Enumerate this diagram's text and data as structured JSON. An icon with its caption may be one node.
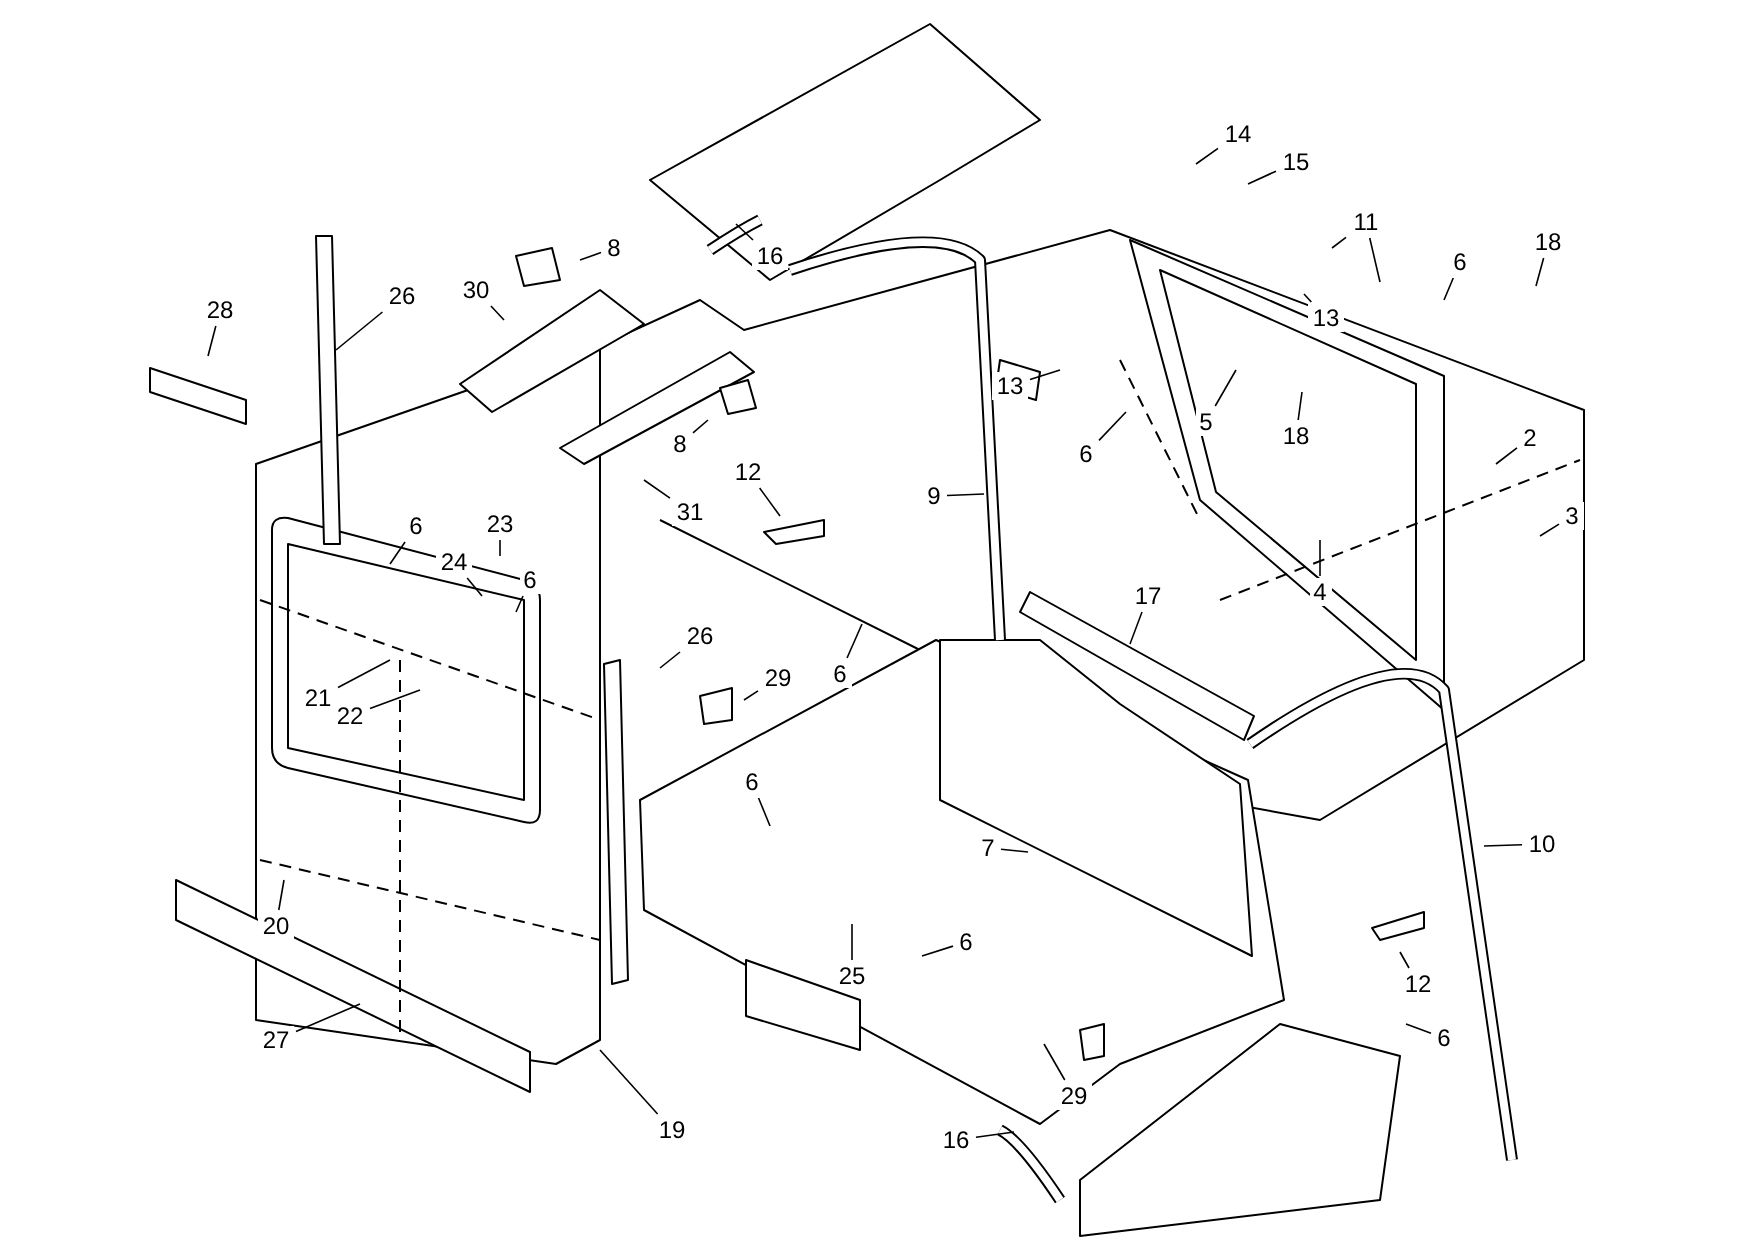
{
  "diagram": {
    "nodes": [
      {
        "text": [
          "14"
        ]
      },
      {
        "text": [
          "15"
        ]
      },
      {
        "text": [
          "11"
        ]
      },
      {
        "text": [
          "18"
        ]
      },
      {
        "text": [
          "16"
        ]
      },
      {
        "text": [
          "8"
        ]
      },
      {
        "text": [
          "6"
        ]
      },
      {
        "text": [
          "26"
        ]
      },
      {
        "text": [
          "30"
        ]
      },
      {
        "text": [
          "28"
        ]
      },
      {
        "text": [
          "13"
        ]
      },
      {
        "text": [
          "13"
        ]
      },
      {
        "text": [
          "5"
        ]
      },
      {
        "text": [
          "18"
        ]
      },
      {
        "text": [
          "2"
        ]
      },
      {
        "text": [
          "8"
        ]
      },
      {
        "text": [
          "6"
        ]
      },
      {
        "text": [
          "12"
        ]
      },
      {
        "text": [
          "9"
        ]
      },
      {
        "text": [
          "31"
        ]
      },
      {
        "text": [
          "3"
        ]
      },
      {
        "text": [
          "6"
        ]
      },
      {
        "text": [
          "23"
        ]
      },
      {
        "text": [
          "24"
        ]
      },
      {
        "text": [
          "6"
        ]
      },
      {
        "text": [
          "4"
        ]
      },
      {
        "text": [
          "17"
        ]
      },
      {
        "text": [
          "26"
        ]
      },
      {
        "text": [
          "6"
        ]
      },
      {
        "text": [
          "29"
        ]
      },
      {
        "text": [
          "21"
        ]
      },
      {
        "text": [
          "22"
        ]
      },
      {
        "text": [
          "6"
        ]
      },
      {
        "text": [
          "10"
        ]
      },
      {
        "text": [
          "7"
        ]
      },
      {
        "text": [
          "20"
        ]
      },
      {
        "text": [
          "6"
        ]
      },
      {
        "text": [
          "25"
        ]
      },
      {
        "text": [
          "12"
        ]
      },
      {
        "text": [
          "6"
        ]
      },
      {
        "text": [
          "27"
        ]
      },
      {
        "text": [
          "29"
        ]
      },
      {
        "text": [
          "19"
        ]
      },
      {
        "text": [
          "16"
        ]
      }
    ],
    "edges": [
      {
        "from": 0,
        "to": null,
        "arrow": "none"
      },
      {
        "from": 1,
        "to": null,
        "arrow": "none"
      },
      {
        "from": 2,
        "to": null,
        "arrow": "none"
      },
      {
        "from": 2,
        "to": null,
        "arrow": "none"
      },
      {
        "from": 3,
        "to": null,
        "arrow": "none"
      },
      {
        "from": 4,
        "to": null,
        "arrow": "none"
      },
      {
        "from": 5,
        "to": null,
        "arrow": "none"
      },
      {
        "from": 6,
        "to": null,
        "arrow": "none"
      },
      {
        "from": 7,
        "to": null,
        "arrow": "none"
      },
      {
        "from": 8,
        "to": null,
        "arrow": "none"
      },
      {
        "from": 9,
        "to": null,
        "arrow": "none"
      },
      {
        "from": 10,
        "to": null,
        "arrow": "none"
      },
      {
        "from": 11,
        "to": null,
        "arrow": "none"
      },
      {
        "from": 12,
        "to": null,
        "arrow": "none"
      },
      {
        "from": 13,
        "to": null,
        "arrow": "none"
      },
      {
        "from": 14,
        "to": null,
        "arrow": "none"
      },
      {
        "from": 15,
        "to": null,
        "arrow": "none"
      },
      {
        "from": 16,
        "to": null,
        "arrow": "none"
      },
      {
        "from": 17,
        "to": null,
        "arrow": "none"
      },
      {
        "from": 18,
        "to": null,
        "arrow": "none"
      },
      {
        "from": 19,
        "to": null,
        "arrow": "none"
      },
      {
        "from": 20,
        "to": null,
        "arrow": "none"
      },
      {
        "from": 21,
        "to": null,
        "arrow": "none"
      },
      {
        "from": 22,
        "to": null,
        "arrow": "none"
      },
      {
        "from": 23,
        "to": null,
        "arrow": "none"
      },
      {
        "from": 24,
        "to": null,
        "arrow": "none"
      },
      {
        "from": 25,
        "to": null,
        "arrow": "none"
      },
      {
        "from": 26,
        "to": null,
        "arrow": "none"
      },
      {
        "from": 27,
        "to": null,
        "arrow": "none"
      },
      {
        "from": 28,
        "to": null,
        "arrow": "none"
      },
      {
        "from": 29,
        "to": null,
        "arrow": "none"
      },
      {
        "from": 30,
        "to": null,
        "arrow": "none"
      },
      {
        "from": 31,
        "to": null,
        "arrow": "none"
      },
      {
        "from": 32,
        "to": null,
        "arrow": "none"
      },
      {
        "from": 33,
        "to": null,
        "arrow": "none"
      },
      {
        "from": 34,
        "to": null,
        "arrow": "none"
      },
      {
        "from": 35,
        "to": null,
        "arrow": "none"
      },
      {
        "from": 36,
        "to": null,
        "arrow": "none"
      },
      {
        "from": 37,
        "to": null,
        "arrow": "none"
      },
      {
        "from": 38,
        "to": null,
        "arrow": "none"
      },
      {
        "from": 39,
        "to": null,
        "arrow": "none"
      },
      {
        "from": 40,
        "to": null,
        "arrow": "none"
      },
      {
        "from": 41,
        "to": null,
        "arrow": "none"
      },
      {
        "from": 42,
        "to": null,
        "arrow": "none"
      },
      {
        "from": 43,
        "to": null,
        "arrow": "none"
      }
    ]
  }
}
